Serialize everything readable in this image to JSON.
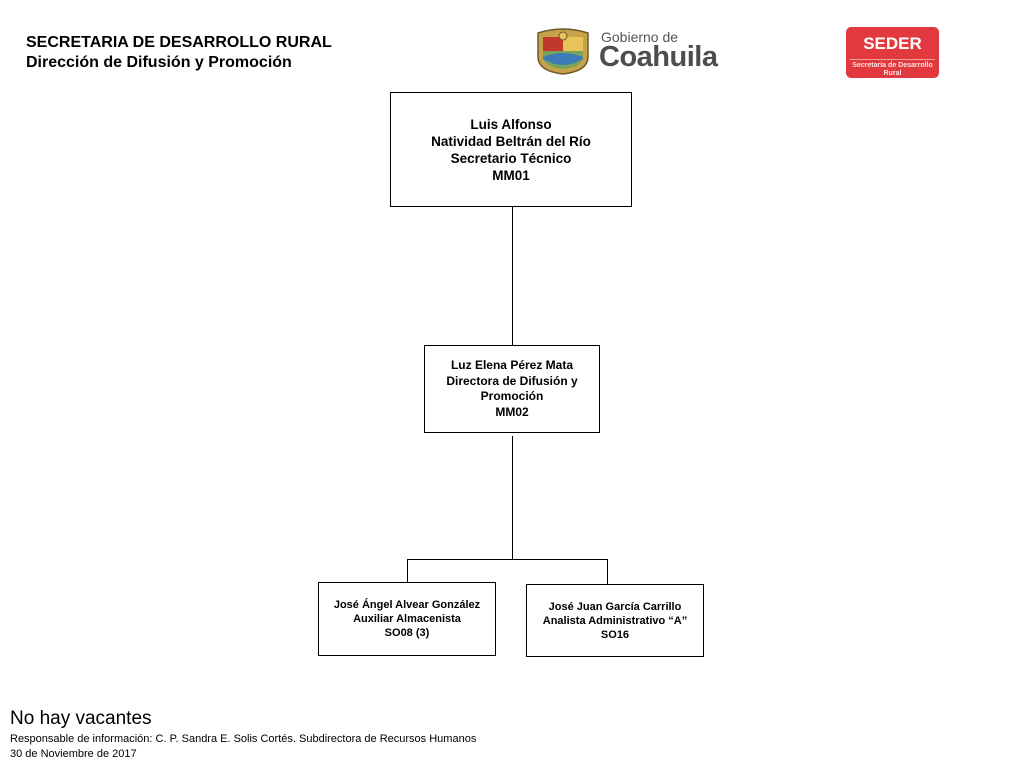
{
  "header": {
    "title": "SECRETARIA DE DESARROLLO RURAL",
    "subtitle": "Dirección de Difusión y Promoción"
  },
  "logos": {
    "gobierno_small": "Gobierno de",
    "gobierno_big": "Coahuila",
    "shield_icon": "coat-of-arms-icon",
    "seder_name": "SEDER",
    "seder_sub": "Secretaría de Desarrollo Rural",
    "seder_color": "#e2393f"
  },
  "org": {
    "top": {
      "name1": "Luis Alfonso",
      "name2": "Natividad Beltrán del Río",
      "role": "Secretario Técnico",
      "code": "MM01"
    },
    "mid": {
      "name": "Luz Elena Pérez Mata",
      "role1": "Directora de Difusión y",
      "role2": "Promoción",
      "code": "MM02"
    },
    "left": {
      "name": "José Ángel Alvear González",
      "role": "Auxiliar Almacenista",
      "code": "SO08 (3)"
    },
    "right": {
      "name": "José Juan García Carrillo",
      "role": "Analista Administrativo “A”",
      "code": "SO16"
    }
  },
  "footer": {
    "vacancies": "No  hay vacantes",
    "responsible": "Responsable de información: C. P. Sandra E. Solis Cortés. Subdirectora de Recursos Humanos",
    "date": "30 de Noviembre de 2017"
  }
}
